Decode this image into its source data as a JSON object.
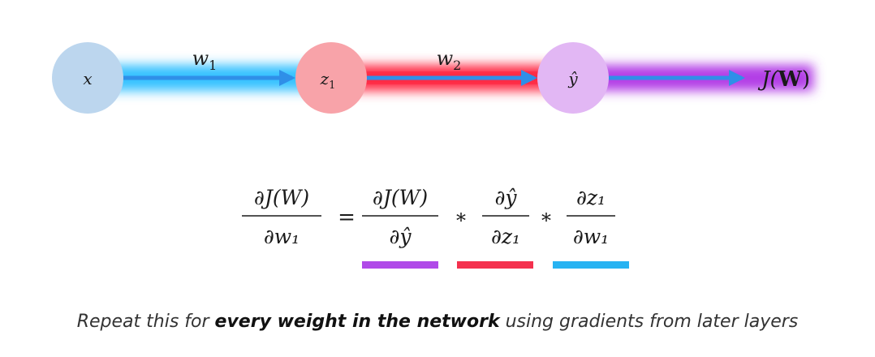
{
  "nodes": [
    {
      "id": "x",
      "label": "x",
      "color": "#bcd6ee"
    },
    {
      "id": "z1",
      "label": "z",
      "sub": "1",
      "color": "#f8a3a9"
    },
    {
      "id": "yhat",
      "label": "ŷ",
      "color": "#e2b7f4"
    }
  ],
  "edges": [
    {
      "label": "w",
      "sub": "1",
      "glow": "#35c1ff",
      "arrow": "#2f8fe8"
    },
    {
      "label": "w",
      "sub": "2",
      "glow": "#ff2a44",
      "arrow": "#2f8fe8"
    },
    {
      "glow": "#b23de6",
      "arrow": "#2f8fe8"
    }
  ],
  "output": {
    "prefix": "J(",
    "bold": "W",
    "suffix": ")"
  },
  "equation": {
    "lhs_num": "∂J(W)",
    "lhs_den": "∂w₁",
    "equals": "=",
    "times": "*",
    "terms": [
      {
        "num": "∂J(W)",
        "den": "∂ŷ",
        "bar_color": "#b04ae8"
      },
      {
        "num": "∂ŷ",
        "den": "∂z₁",
        "bar_color": "#f4314e"
      },
      {
        "num": "∂z₁",
        "den": "∂w₁",
        "bar_color": "#27b3f2"
      }
    ]
  },
  "caption": {
    "before": "Repeat this for ",
    "bold": "every weight in the network",
    "after": " using gradients from later layers"
  }
}
